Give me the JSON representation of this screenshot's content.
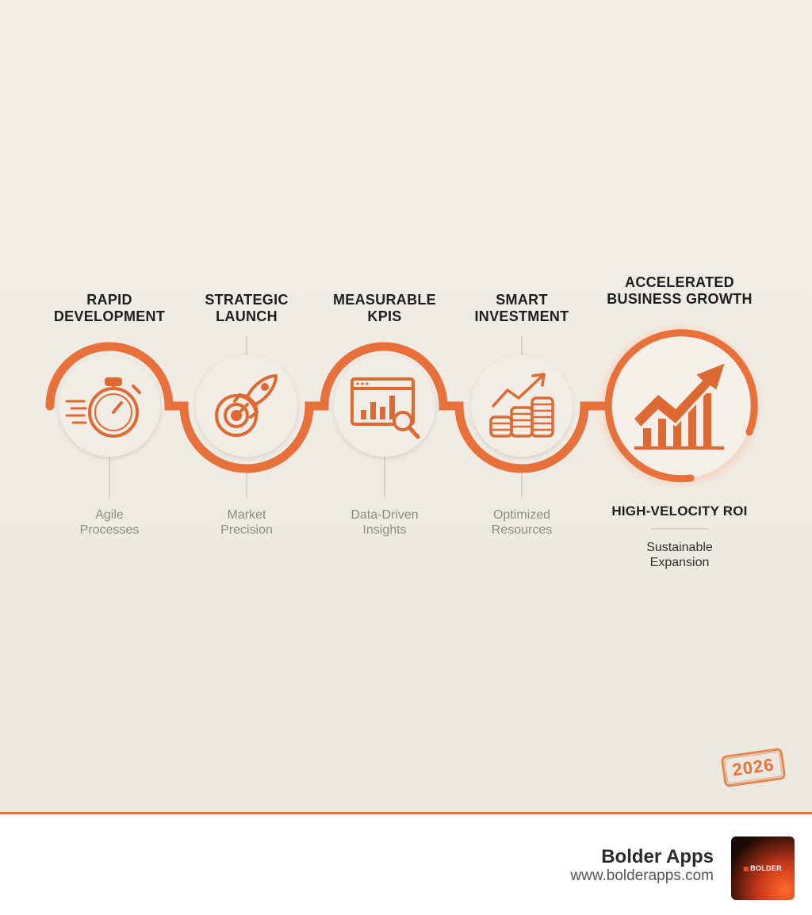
{
  "colors": {
    "accent": "#e8703a",
    "background": "#efebe4",
    "text": "#1e1e1e",
    "muted": "#8d8a84"
  },
  "steps": [
    {
      "title": "RAPID\nDEVELOPMENT",
      "subtitle": "Agile\nProcesses",
      "icon": "stopwatch-icon"
    },
    {
      "title": "STRATEGIC\nLAUNCH",
      "subtitle": "Market\nPrecision",
      "icon": "rocket-target-icon"
    },
    {
      "title": "MEASURABLE\nKPIS",
      "subtitle": "Data-Driven\nInsights",
      "icon": "analytics-dashboard-icon"
    },
    {
      "title": "SMART\nINVESTMENT",
      "subtitle": "Optimized\nResources",
      "icon": "coins-growth-icon"
    }
  ],
  "goal": {
    "title": "ACCELERATED\nBUSINESS GROWTH",
    "result": "HIGH-VELOCITY ROI",
    "subtitle": "Sustainable\nExpansion",
    "icon": "growth-chart-icon"
  },
  "badge": {
    "year": "2026"
  },
  "footer": {
    "brand": "Bolder Apps",
    "url": "www.bolderapps.com",
    "logo_text": "BOLDER"
  }
}
